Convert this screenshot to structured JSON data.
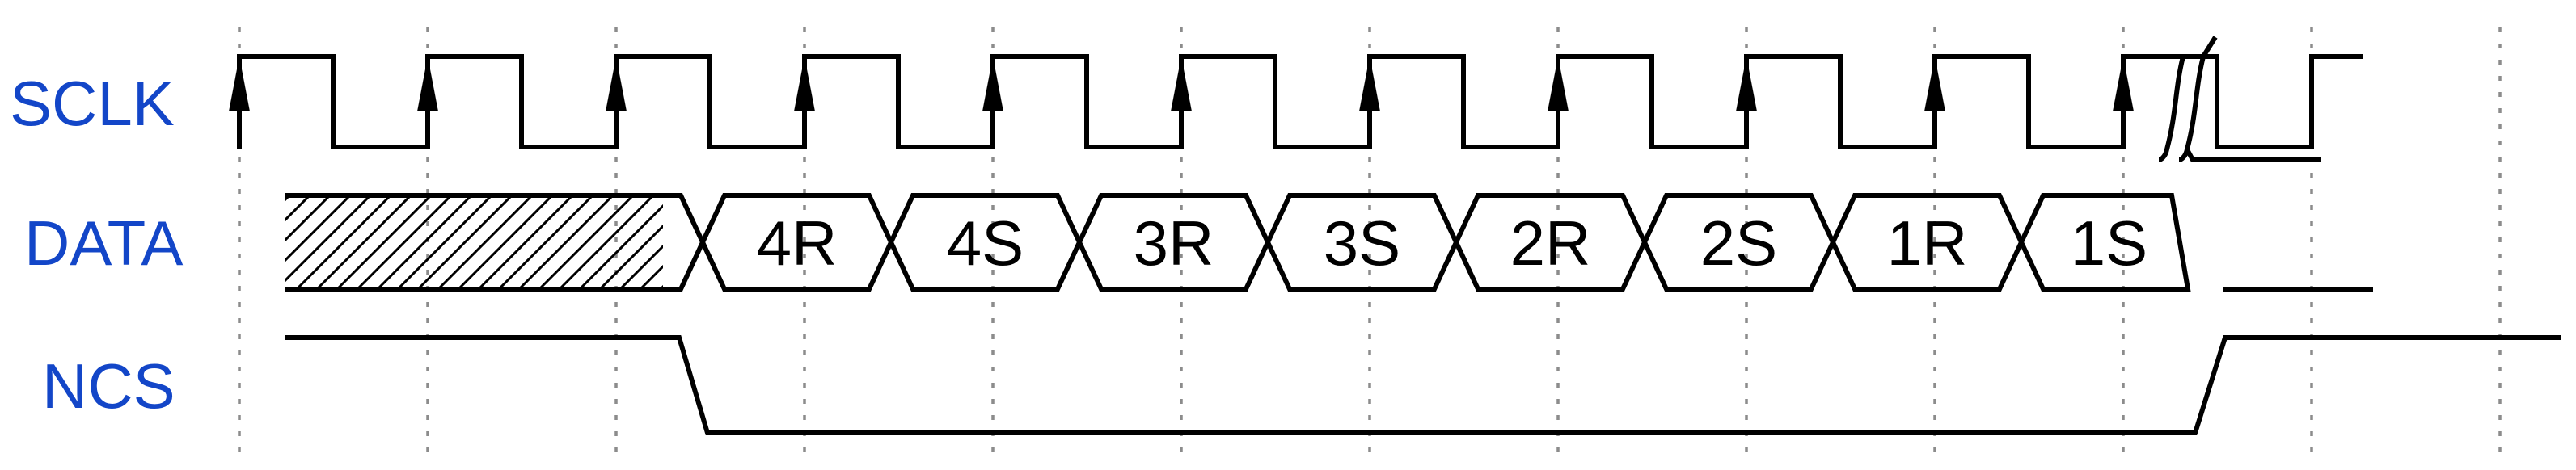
{
  "signals": {
    "sclk": "SCLK",
    "data": "DATA",
    "ncs": "NCS"
  },
  "data_bits": [
    "4R",
    "4S",
    "3R",
    "3S",
    "2R",
    "2S",
    "1R",
    "1S"
  ],
  "colors": {
    "signal_label": "#1346c8",
    "waveform": "#000000",
    "gridline": "#8c8c8c"
  }
}
